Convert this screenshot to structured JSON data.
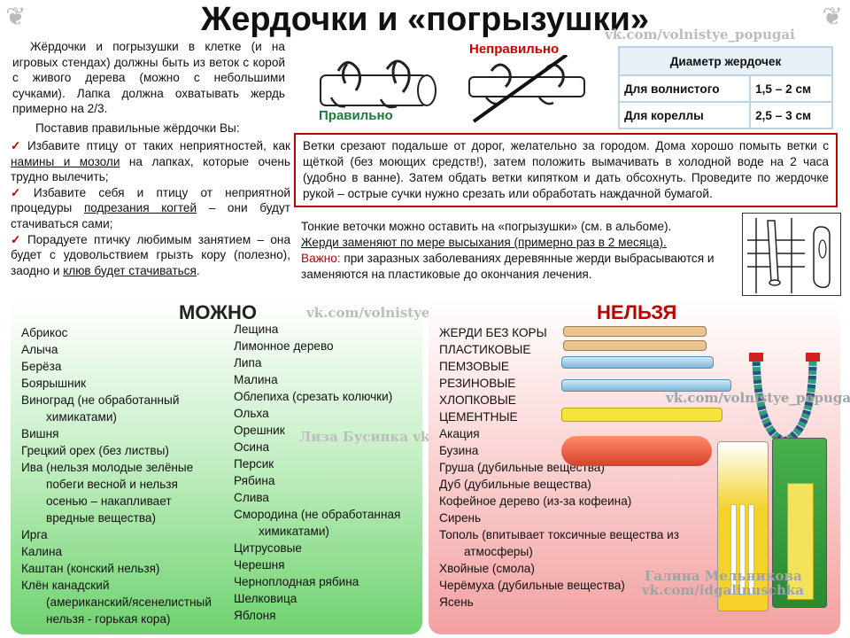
{
  "title": "Жердочки и «погрызушки»",
  "watermarks": {
    "top": "vk.com/volnistye_popugai",
    "middle_left": "vk.com/volnistye_popugai",
    "middle_right": "vk.com/volnistye_popugai",
    "author1": "Лиза Бусинка vk.com/leezzy",
    "author2_name": "Галина Мельникова",
    "author2_link": "vk.com/idgalinuschka"
  },
  "intro": "Жёрдочки и погрызушки в клетке (и на игровых стендах) должны быть из веток с корой с живого дерева (можно с небольшими сучками). Лапка должна охватывать жердь примерно на 2/3.",
  "lead": "Поставив правильные жёрдочки Вы:",
  "tips": [
    {
      "before": "Избавите птицу от таких неприятностей, как ",
      "u": "намины и мозоли",
      "after": " на лапках, которые очень трудно вылечить;"
    },
    {
      "before": "Избавите себя и птицу от неприятной процедуры ",
      "u": "подрезания когтей",
      "after": " – они будут стачиваться сами;"
    },
    {
      "before": "Порадуете птичку любимым занятием – она будет с удовольствием грызть кору (полезно), заодно и ",
      "u": "клюв будет стачиваться",
      "after": "."
    }
  ],
  "labels": {
    "correct": "Правильно",
    "wrong": "Неправильно"
  },
  "diameter_table": {
    "header": "Диаметр жердочек",
    "rows": [
      {
        "bird": "Для волнистого",
        "value": "1,5 – 2 см"
      },
      {
        "bird": "Для кореллы",
        "value": "2,5 – 3 см"
      }
    ]
  },
  "redbox": "Ветки срезают подальше от дорог, желательно за городом. Дома хорошо помыть ветки с щёткой (без моющих средств!), затем положить вымачивать в холодной воде на 2 часа (удобно в ванне). Затем обдать ветки кипятком и дать обсохнуть. Проведите по жердочке рукой – острые сучки нужно срезать или обработать наждачной бумагой.",
  "thin": {
    "line1": "Тонкие веточки можно оставить на «погрызушки» (см. в альбоме).",
    "line2": "Жерди заменяют по мере высыхания (примерно раз в 2 месяца).",
    "important_label": "Важно:",
    "important_text": " при заразных заболеваниях деревянные жерди выбрасываются и заменяются на пластиковые до окончания лечения."
  },
  "yes": {
    "title": "МОЖНО",
    "col1": [
      "Абрикос",
      "Алыча",
      "Берёза",
      "Боярышник",
      "Виноград (не обработанный|химикатами)",
      "Вишня",
      "Грецкий орех (без листвы)",
      "Ива (нельзя молодые зелёные|побеги весной и нельзя|осенью – накапливает|вредные вещества)",
      "Ирга",
      "Калина",
      "Каштан (конский нельзя)",
      "Клён канадский|(американский/ясенелистный|нельзя - горькая кора)"
    ],
    "col2": [
      "Лещина",
      "Лимонное дерево",
      "Липа",
      "Малина",
      "Облепиха (срезать колючки)",
      "Ольха",
      "Орешник",
      "Осина",
      "Персик",
      "Рябина",
      "Слива",
      "Смородина (не обработанная|химикатами)",
      "Цитрусовые",
      "Черешня",
      "Черноплодная рябина",
      "Шелковица",
      "Яблоня"
    ]
  },
  "no": {
    "title": "НЕЛЬЗЯ",
    "items": [
      "ЖЕРДИ БЕЗ КОРЫ",
      "ПЛАСТИКОВЫЕ",
      "ПЕМЗОВЫЕ",
      "РЕЗИНОВЫЕ",
      "ХЛОПКОВЫЕ",
      "ЦЕМЕНТНЫЕ",
      "Акация",
      "Бузина",
      "Груша (дубильные вещества)",
      "Дуб (дубильные вещества)",
      "Кофейное дерево (из-за кофеина)",
      "Сирень",
      "Тополь (впитывает токсичные вещества из|атмосферы)",
      "Хвойные (смола)",
      "Черёмуха (дубильные вещества)",
      "Ясень"
    ]
  }
}
